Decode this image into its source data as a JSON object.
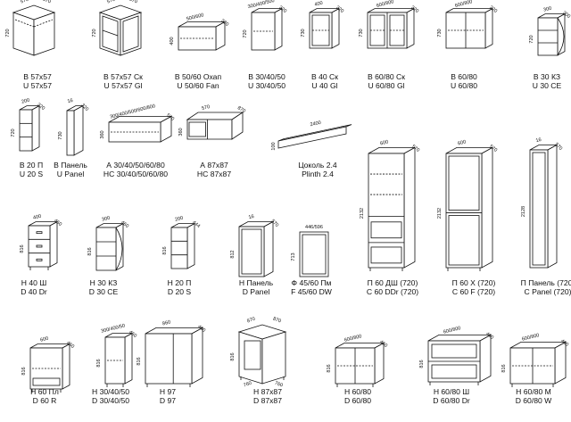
{
  "items": [
    {
      "id": "b5757",
      "line1": "В 57х57",
      "line2": "U 57х57",
      "dims": [
        "570",
        "570",
        "720"
      ]
    },
    {
      "id": "b5757sk",
      "line1": "В 57х57 Ск",
      "line2": "U 57х57 Gl",
      "dims": [
        "570",
        "570",
        "720"
      ]
    },
    {
      "id": "b5060",
      "line1": "В 50/60 Охап",
      "line2": "U 50/60 Fan",
      "dims": [
        "500/600",
        "320",
        "400"
      ]
    },
    {
      "id": "b304050",
      "line1": "В 30/40/50",
      "line2": "U 30/40/50",
      "dims": [
        "300/400/500",
        "320",
        "720"
      ]
    },
    {
      "id": "b40sk",
      "line1": "В 40 Ск",
      "line2": "U 40 Gl",
      "dims": [
        "400",
        "320",
        "730"
      ]
    },
    {
      "id": "b6080sk",
      "line1": "В 60/80 Ск",
      "line2": "U 60/80 Gl",
      "dims": [
        "600/800",
        "320",
        "730"
      ]
    },
    {
      "id": "b6080",
      "line1": "В 60/80",
      "line2": "U 60/80",
      "dims": [
        "600/800",
        "320",
        "730"
      ]
    },
    {
      "id": "b30kz",
      "line1": "В 30 КЗ",
      "line2": "U 30 CE",
      "dims": [
        "300",
        "300",
        "720"
      ]
    },
    {
      "id": "b20p",
      "line1": "В 20 П",
      "line2": "U 20 S",
      "dims": [
        "200",
        "320",
        "720"
      ]
    },
    {
      "id": "bpanel",
      "line1": "В Панель",
      "line2": "U Panel",
      "dims": [
        "16",
        "320",
        "730"
      ]
    },
    {
      "id": "a30",
      "line1": "А 30/40/50/60/80",
      "line2": "НС 30/40/50/60/80",
      "dims": [
        "300/400/500/600/800",
        "570",
        "360"
      ]
    },
    {
      "id": "a87",
      "line1": "А 87х87",
      "line2": "НС 87х87",
      "dims": [
        "570",
        "870",
        "360"
      ]
    },
    {
      "id": "plinth",
      "line1": "Цоколь 2.4",
      "line2": "Plinth  2.4",
      "dims": [
        "2400",
        "100"
      ]
    },
    {
      "id": "p60dsh",
      "line1": "П 60 ДШ (720)",
      "line2": "С 60 DDr (720)",
      "dims": [
        "600",
        "570",
        "2132"
      ]
    },
    {
      "id": "p60h",
      "line1": "П 60 Х (720)",
      "line2": "С 60 F (720)",
      "dims": [
        "600",
        "570",
        "2132"
      ]
    },
    {
      "id": "ppanel",
      "line1": "П Панель (720)",
      "line2": "С Panel (720)",
      "dims": [
        "16",
        "570",
        "2128"
      ]
    },
    {
      "id": "n40sh",
      "line1": "Н 40 Ш",
      "line2": "D 40 Dr",
      "dims": [
        "400",
        "460",
        "816"
      ]
    },
    {
      "id": "n30kz",
      "line1": "Н 30 КЗ",
      "line2": "D 30 CE",
      "dims": [
        "300",
        "460",
        "816"
      ]
    },
    {
      "id": "n20p",
      "line1": "Н 20 П",
      "line2": "D 20 S",
      "dims": [
        "200",
        "444",
        "816"
      ]
    },
    {
      "id": "npanel",
      "line1": "Н Панель",
      "line2": "D Panel",
      "dims": [
        "16",
        "570",
        "812"
      ]
    },
    {
      "id": "f4560",
      "line1": "Ф 45/60 Пм",
      "line2": "F 45/60 DW",
      "dims": [
        "446/596",
        "713"
      ]
    },
    {
      "id": "n60pl",
      "line1": "Н 60 Пл",
      "line2": "D 60 R",
      "dims": [
        "600",
        "460",
        "816"
      ]
    },
    {
      "id": "n304050",
      "line1": "Н 30/40/50",
      "line2": "D 30/40/50",
      "dims": [
        "300/400/50",
        "460",
        "816"
      ]
    },
    {
      "id": "n97",
      "line1": "Н 97",
      "line2": "D 97",
      "dims": [
        "860",
        "460",
        "816"
      ]
    },
    {
      "id": "n8787",
      "line1": "Н 87х87",
      "line2": "D 87х87",
      "dims": [
        "870",
        "870",
        "816",
        "760",
        "760"
      ]
    },
    {
      "id": "n6080",
      "line1": "Н 60/80",
      "line2": "D 60/80",
      "dims": [
        "600/800",
        "460",
        "816"
      ]
    },
    {
      "id": "n6080sh",
      "line1": "Н 60/80 Ш",
      "line2": "D 60/80 Dr",
      "dims": [
        "600/800",
        "460",
        "816"
      ]
    },
    {
      "id": "n6080m",
      "line1": "Н 60/80 М",
      "line2": "D 60/80 W",
      "dims": [
        "600/800",
        "460",
        "816"
      ]
    }
  ]
}
